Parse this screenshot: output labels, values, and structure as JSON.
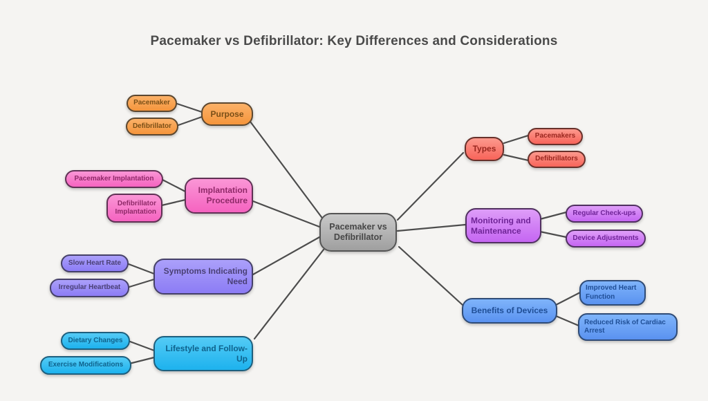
{
  "title": "Pacemaker vs Defibrillator: Key Differences and Considerations",
  "root": {
    "label": "Pacemaker vs\nDefibrillator"
  },
  "branches": [
    {
      "label": "Purpose",
      "theme": "orange",
      "side": "left",
      "children": [
        {
          "label": "Pacemaker"
        },
        {
          "label": "Defibrillator"
        }
      ]
    },
    {
      "label": "Implantation\nProcedure",
      "theme": "pink",
      "side": "left",
      "children": [
        {
          "label": "Pacemaker Implantation"
        },
        {
          "label": "Defibrillator\nImplantation"
        }
      ]
    },
    {
      "label": "Symptoms Indicating\nNeed",
      "theme": "purple",
      "side": "left",
      "children": [
        {
          "label": "Slow Heart Rate"
        },
        {
          "label": "Irregular Heartbeat"
        }
      ]
    },
    {
      "label": "Lifestyle and Follow-\nUp",
      "theme": "cyan",
      "side": "left",
      "children": [
        {
          "label": "Dietary Changes"
        },
        {
          "label": "Exercise Modifications"
        }
      ]
    },
    {
      "label": "Types",
      "theme": "salmon",
      "side": "right",
      "children": [
        {
          "label": "Pacemakers"
        },
        {
          "label": "Defibrillators"
        }
      ]
    },
    {
      "label": "Monitoring and\nMaintenance",
      "theme": "violet",
      "side": "right",
      "children": [
        {
          "label": "Regular Check-ups"
        },
        {
          "label": "Device Adjustments"
        }
      ]
    },
    {
      "label": "Benefits of Devices",
      "theme": "blue",
      "side": "right",
      "children": [
        {
          "label": "Improved Heart\nFunction"
        },
        {
          "label": "Reduced Risk of Cardiac\nArrest"
        }
      ]
    }
  ],
  "palette": {
    "background": "#F5F4F2",
    "title_text": "#4A4A4A",
    "connector": "#4D4D4D",
    "themes": {
      "gray": {
        "fill_top": "#C9C9C9",
        "fill_bottom": "#9F9F9F",
        "border": "#545454",
        "text": "#474747"
      },
      "orange": {
        "fill_top": "#FBB168",
        "fill_bottom": "#F5953C",
        "border": "#5B4730",
        "text": "#7A4F17"
      },
      "pink": {
        "fill_top": "#FA96D6",
        "fill_bottom": "#F563C0",
        "border": "#5F3154",
        "text": "#8F2968"
      },
      "purple": {
        "fill_top": "#ABA0FA",
        "fill_bottom": "#8C7CF5",
        "border": "#454068",
        "text": "#4A4076"
      },
      "cyan": {
        "fill_top": "#54CBF5",
        "fill_bottom": "#1DB2EE",
        "border": "#1D5F7E",
        "text": "#0F628C"
      },
      "salmon": {
        "fill_top": "#FC998D",
        "fill_bottom": "#F7645A",
        "border": "#67302A",
        "text": "#99271F"
      },
      "violet": {
        "fill_top": "#DE9DF8",
        "fill_bottom": "#C566F2",
        "border": "#503060",
        "text": "#6F2397"
      },
      "blue": {
        "fill_top": "#7FB4FA",
        "fill_bottom": "#5A92F0",
        "border": "#2F4B76",
        "text": "#1F4E96"
      }
    }
  }
}
